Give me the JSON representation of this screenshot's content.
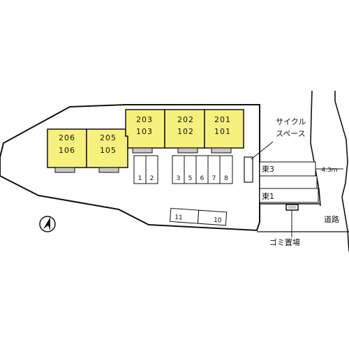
{
  "colors": {
    "building_fill": "#f7f07c",
    "line": "#111111",
    "wash": "#c7c7c7",
    "background": "#ffffff"
  },
  "buildings": [
    {
      "upper": "206",
      "lower": "106"
    },
    {
      "upper": "205",
      "lower": "105"
    },
    {
      "upper": "203",
      "lower": "103"
    },
    {
      "upper": "202",
      "lower": "102"
    },
    {
      "upper": "201",
      "lower": "101"
    }
  ],
  "parking_front": [
    "1",
    "2",
    "3",
    "5",
    "6",
    "7",
    "8"
  ],
  "parking_south": [
    "11",
    "10"
  ],
  "neighbor_lots": [
    "東3",
    "東1"
  ],
  "labels": {
    "cycle_line1": "サイクル",
    "cycle_line2": "スペース",
    "road_width": "4.3ｍ",
    "road": "道路",
    "garbage": "ゴミ置場"
  },
  "icons": {
    "north": "north-arrow-icon"
  }
}
